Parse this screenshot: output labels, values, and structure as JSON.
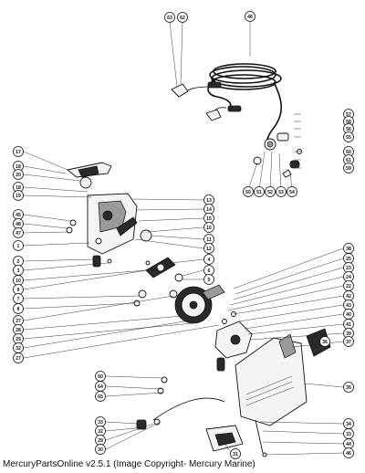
{
  "caption": "MercuryPartsOnline v2.5.1 (Image Copyright- Mercury Marine)",
  "callouts": [
    "63",
    "62",
    "46",
    "57",
    "58",
    "56",
    "55",
    "60",
    "61",
    "59",
    "50",
    "51",
    "52",
    "53",
    "54",
    "17",
    "18",
    "20",
    "18",
    "19",
    "13",
    "14",
    "15",
    "16",
    "45",
    "48",
    "47",
    "1",
    "11",
    "12",
    "2",
    "3",
    "10",
    "9",
    "7",
    "8",
    "4",
    "6",
    "5",
    "27",
    "28",
    "29",
    "32",
    "27",
    "38",
    "25",
    "23",
    "24",
    "22",
    "42",
    "43",
    "40",
    "41",
    "39",
    "37",
    "36",
    "35",
    "60",
    "64",
    "65",
    "33",
    "32",
    "29",
    "30",
    "31",
    "34",
    "33",
    "44",
    "46"
  ]
}
